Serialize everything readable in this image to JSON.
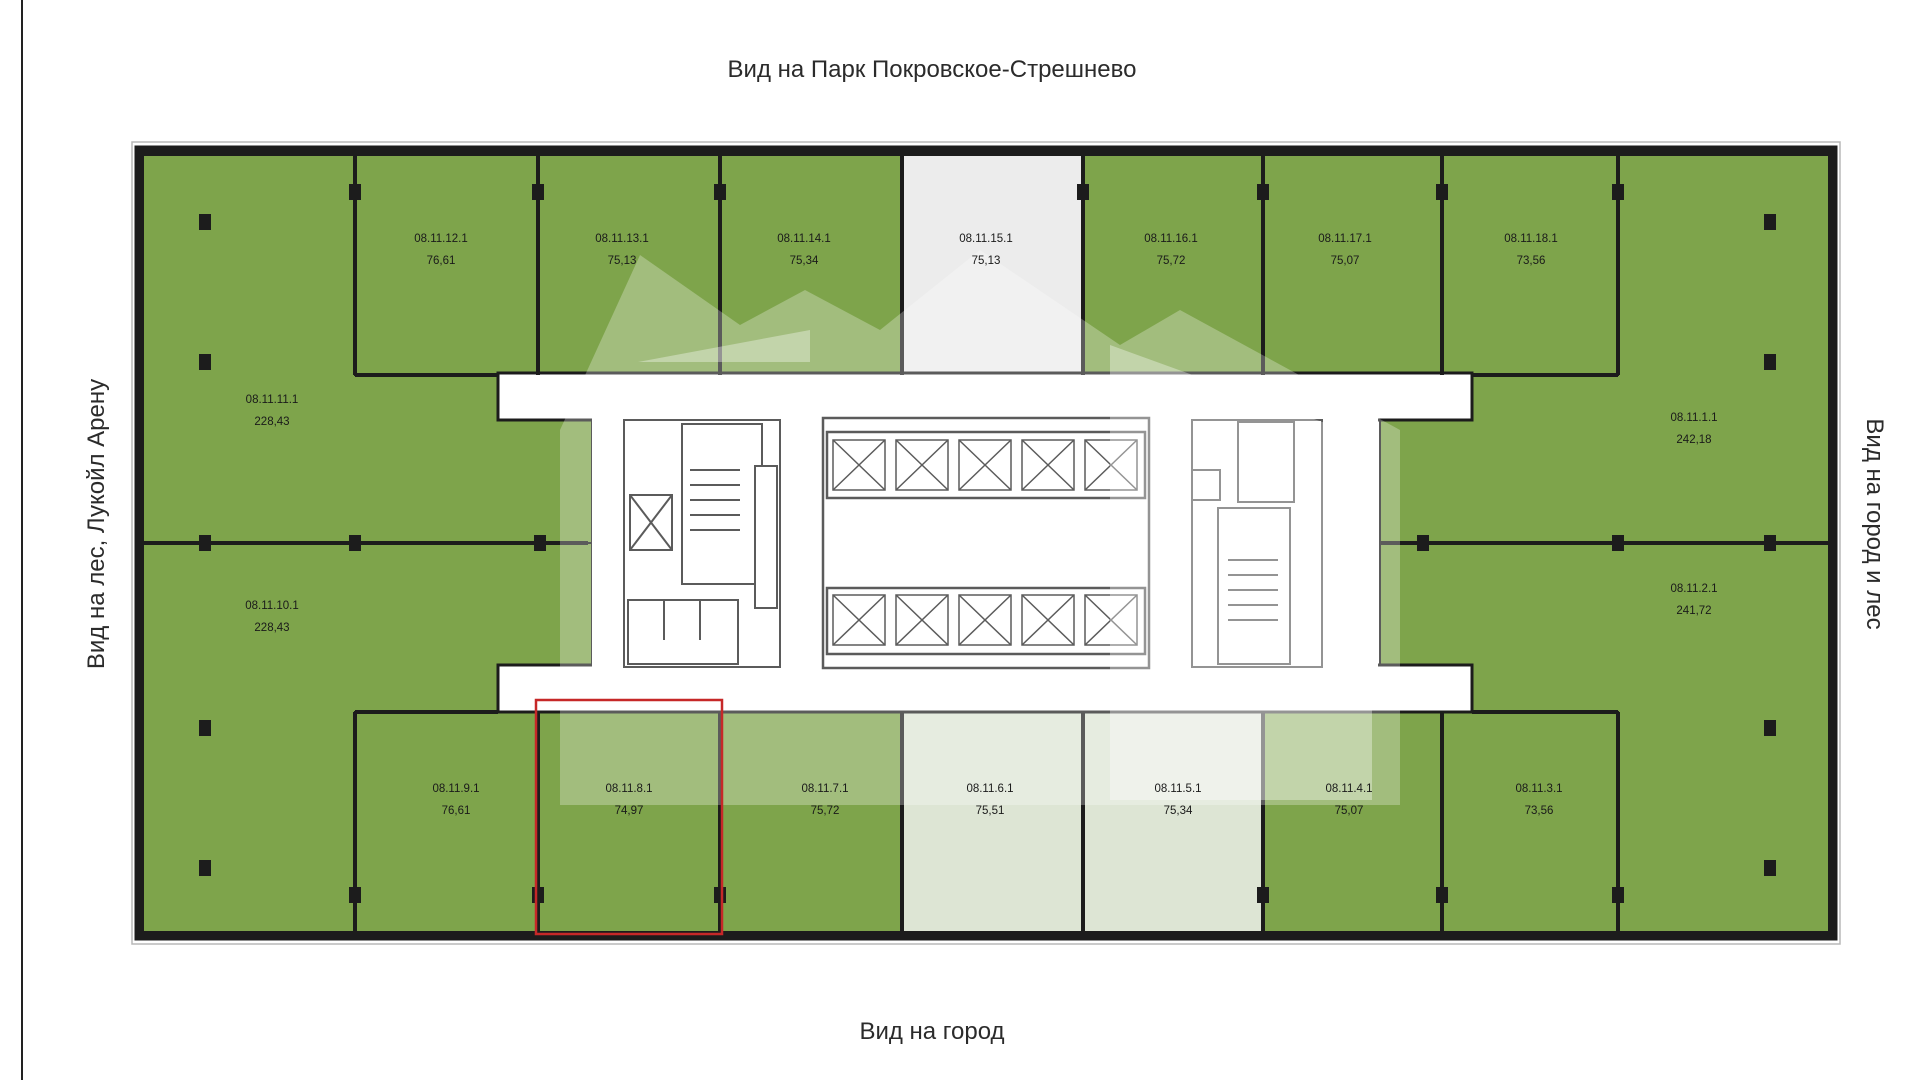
{
  "views": {
    "top": "Вид на Парк Покровское-Стрешнево",
    "bottom": "Вид на город",
    "left": "Вид на лес, Лукойл Арену",
    "right": "Вид на город и лес"
  },
  "colors": {
    "available": "#7ea44b",
    "unavailable": "#ececec",
    "reserved": "#dde5d4",
    "walls": "#1c1c1c",
    "corridor": "#ffffff",
    "selected_outline": "#c62828",
    "watermark": "#ffffff"
  },
  "selected_unit": "08.11.8.1",
  "units": [
    {
      "id": "08.11.1.1",
      "area": "242,18",
      "status": "available"
    },
    {
      "id": "08.11.2.1",
      "area": "241,72",
      "status": "available"
    },
    {
      "id": "08.11.3.1",
      "area": "73,56",
      "status": "available"
    },
    {
      "id": "08.11.4.1",
      "area": "75,07",
      "status": "available"
    },
    {
      "id": "08.11.5.1",
      "area": "75,34",
      "status": "reserved"
    },
    {
      "id": "08.11.6.1",
      "area": "75,51",
      "status": "reserved"
    },
    {
      "id": "08.11.7.1",
      "area": "75,72",
      "status": "available"
    },
    {
      "id": "08.11.8.1",
      "area": "74,97",
      "status": "available"
    },
    {
      "id": "08.11.9.1",
      "area": "76,61",
      "status": "available"
    },
    {
      "id": "08.11.10.1",
      "area": "228,43",
      "status": "available"
    },
    {
      "id": "08.11.11.1",
      "area": "228,43",
      "status": "available"
    },
    {
      "id": "08.11.12.1",
      "area": "76,61",
      "status": "available"
    },
    {
      "id": "08.11.13.1",
      "area": "75,13",
      "status": "available"
    },
    {
      "id": "08.11.14.1",
      "area": "75,34",
      "status": "available"
    },
    {
      "id": "08.11.15.1",
      "area": "75,13",
      "status": "unavailable"
    },
    {
      "id": "08.11.16.1",
      "area": "75,72",
      "status": "available"
    },
    {
      "id": "08.11.17.1",
      "area": "75,07",
      "status": "available"
    },
    {
      "id": "08.11.18.1",
      "area": "73,56",
      "status": "available"
    }
  ]
}
